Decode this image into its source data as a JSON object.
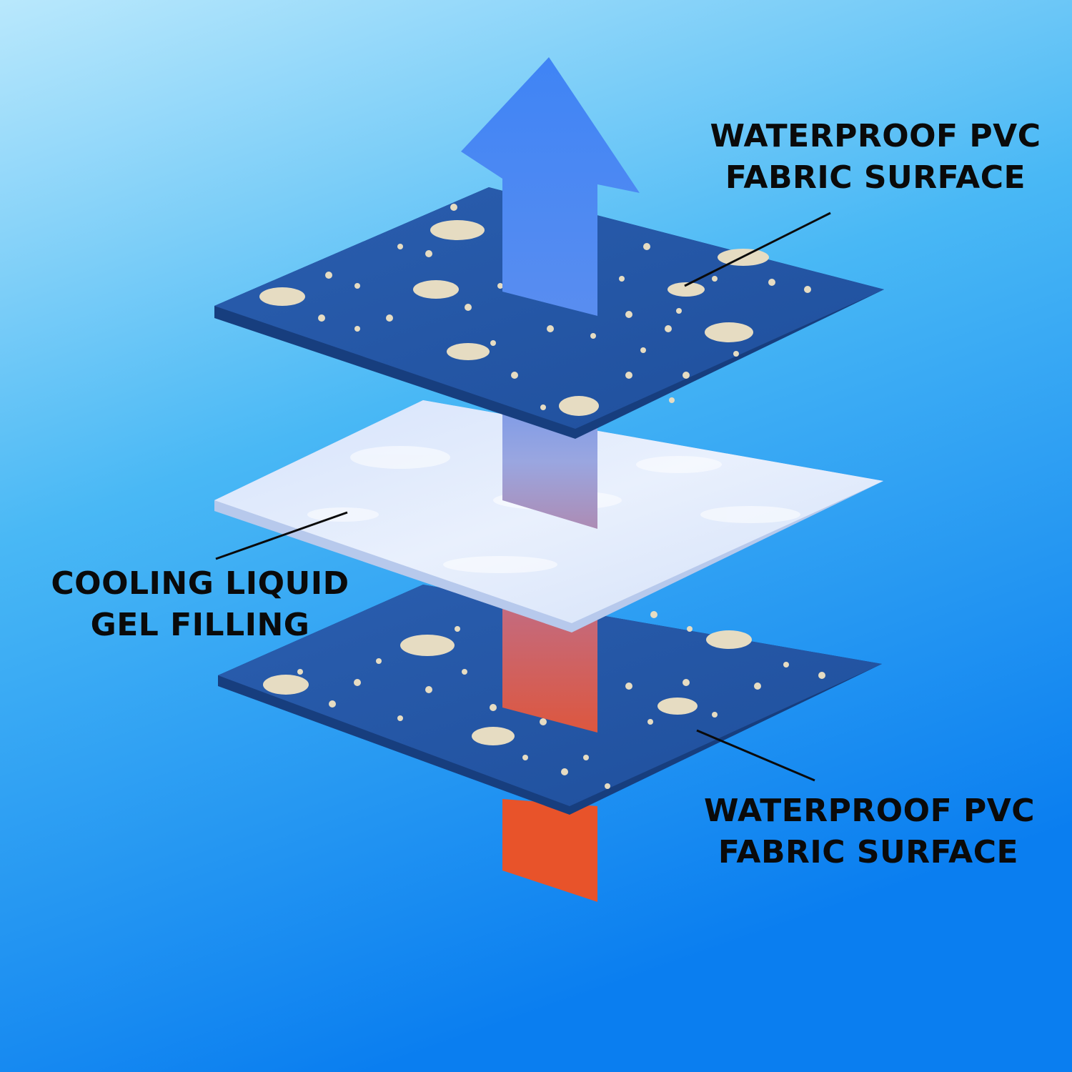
{
  "colors": {
    "background_top": "#aee3fb",
    "background_bottom": "#0a7df0",
    "fabric_layer": "#2456a3",
    "fabric_layer_edge": "#173e7e",
    "fabric_print": "#e6dcc2",
    "gel_layer": "#dfe9fb",
    "arrow_cool": "#3f82f3",
    "arrow_warm": "#e8542c",
    "leader_line": "#0a0a0a"
  },
  "icons": {
    "arrow": "up-arrow-icon",
    "print": "polar-bear-icon"
  },
  "labels": {
    "top": {
      "line1": "WATERPROOF PVC",
      "line2": "FABRIC SURFACE"
    },
    "middle": {
      "line1": "COOLING LIQUID",
      "line2": "GEL FILLING"
    },
    "bottom": {
      "line1": "WATERPROOF PVC",
      "line2": "FABRIC SURFACE"
    }
  }
}
